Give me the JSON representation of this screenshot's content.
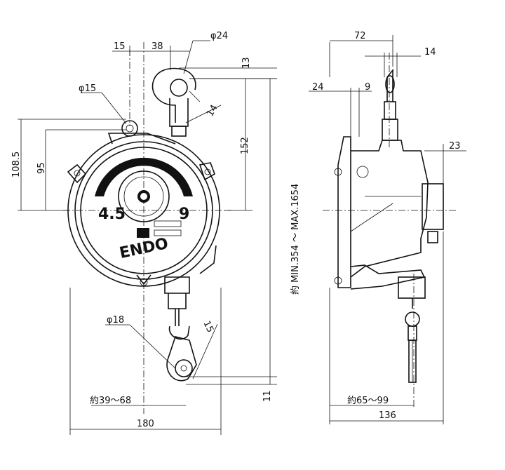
{
  "dimensions": {
    "top_15": "15",
    "top_38": "38",
    "hook_phi24": "φ24",
    "eye_phi15": "φ15",
    "right_13": "13",
    "hook_14": "14",
    "height_152": "152",
    "height_1085": "108.5",
    "height_95": "95",
    "stroke_range": "約 MIN.354 ～ MAX.1654",
    "bottom_hook_phi18": "φ18",
    "bottom_hook_15": "15",
    "bottom_11": "11",
    "reach_39_68": "約39～68",
    "width_180": "180",
    "side_72": "72",
    "side_14": "14",
    "side_24": "24",
    "side_9": "9",
    "side_23": "23",
    "side_65_99": "約65～99",
    "side_136": "136"
  },
  "dial": {
    "left_value": "4.5",
    "right_value": "9",
    "brand": "ENDO"
  }
}
